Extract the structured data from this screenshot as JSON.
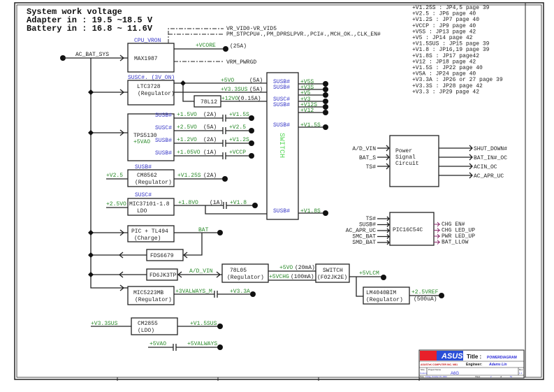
{
  "header": {
    "title": "System work voltage",
    "adapter": "Adapter in : 19.5 ~18.5 V",
    "battery": "Battery in : 16.8 ~ 11.6V"
  },
  "jumper_list": [
    "+V1.25S : JP4,5 page 39",
    "+V2.5 : JP6 page 40",
    "+V1.2S : JP7 page 40",
    "+VCCP : JP9 page 40",
    "+V5S : JP13 page 42",
    "+V5 : JP14 page 42",
    "+V1.5SUS : JP15 page 39",
    "+V1.8 : JP16,19 page 39",
    "+V1.8S : JP17 page42",
    "+V12 : JP18 page 42",
    "+V1.5S : JP22 page 40",
    "+V5A : JP24 page 40",
    "+V3.3A : JP26 or 27 page 39",
    "+V3.3S : JP28 page 42",
    "+V3.3 : JP29 page 42"
  ],
  "nets": {
    "ac_bat_sys": "AC_BAT_SYS",
    "vid": "VR_VID0-VR_VID5",
    "pm": "PM_STPCPU#.,PM_DPRSLPVR.,PCI#.,MCH_OK.,CLK_EN#",
    "vcore": "+VCORE",
    "vcore_i": "(25A)",
    "vrm": "VRM_PWRGD"
  },
  "blocks": {
    "max1987": {
      "name": "MAX1987",
      "enable": "CPU_VRON"
    },
    "ltc3728": {
      "name": "LTC3728",
      "sub": "(Regulator)",
      "enable": "SUSC#. (3V_ON)"
    },
    "l78l12": {
      "name": "78L12"
    },
    "tps51": {
      "name": "TPS5130",
      "sub": "+5VAO"
    },
    "cm8562": {
      "name": "CM8562",
      "sub": "(Regulator)",
      "enable": "SUSB#",
      "in": "+V2.5"
    },
    "mic37101": {
      "name": "MIC37101-1.8",
      "sub": "LDO",
      "enable": "SUSC#",
      "in": "+2.5VO"
    },
    "pic_tl494": {
      "name": "PIC + TL494",
      "sub": "(Charge)"
    },
    "fds6679": {
      "name": "FDS6679"
    },
    "fd6jk3tp": {
      "name": "FD6JK3TP"
    },
    "l78l05": {
      "name": "78L05",
      "sub": "(Regulator)"
    },
    "switch_f02": {
      "name": "SWITCH",
      "sub": "(F02JK2E)"
    },
    "lm4040": {
      "name": "LM4040BIM",
      "sub": "(Regulator)"
    },
    "mic5223": {
      "name": "MIC5223MB",
      "sub": "(Regulator)"
    },
    "cm2855": {
      "name": "CM2855",
      "sub": "(LDO)"
    },
    "switch": {
      "name": "SWITCH"
    },
    "psc": {
      "l1": "Power",
      "l2": "Signal",
      "l3": "Circuit"
    },
    "pic16": {
      "name": "PIC16C54C"
    }
  },
  "rails": {
    "v5vo": "+5VO",
    "v5vo_i": "(5A)",
    "v33sus": "+V3.3SUS",
    "v33sus_i": "(5A)",
    "v12vo": "+12VO",
    "v12vo_i": "(0.15A)",
    "t1": {
      "en": "SUSB#",
      "out": "+1.5VO",
      "i": "(2A)",
      "rail": "+V1.5S"
    },
    "t2": {
      "en": "SUSC#",
      "out": "+2.5VO",
      "i": "(5A)",
      "rail": "+V2.5"
    },
    "t3": {
      "en": "SUSB#",
      "out": "+1.2VO",
      "i": "(2A)",
      "rail": "+V1.2S"
    },
    "t4": {
      "en": "SUSB#",
      "out": "+1.05VO",
      "i": "(1A)",
      "rail": "+VCCP"
    },
    "cm_out": "+V1.25S",
    "cm_i": "(2A)",
    "mic_out": "+1.8VO",
    "mic_i": "(1A)",
    "mic_rail": "+V1.8",
    "bat": "BAT",
    "ad_vin": "A/D_VIN",
    "l05_5vo": "+5VO",
    "l05_5vo_i": "(20mA)",
    "l05_5vchg": "+5VCHG",
    "l05_5vchg_i": "(100mA)",
    "vlcm": "+5VLCM",
    "vref": "+2.5VREF",
    "vref_i": "(500uA)",
    "valways_m": "+3VALWAYS_M",
    "v33a": "+V3.3A",
    "cm2855_in": "+V3.3SUS",
    "cm2855_out": "+V1.5SUS",
    "v5vao": "+5VAO",
    "v5valways": "+5VALWAYS"
  },
  "switch_rows": [
    {
      "en": "SUSB#",
      "out": "+V5S"
    },
    {
      "en": "SUSB#",
      "out": "+V3S"
    },
    {
      "en": "",
      "out": "+V5"
    },
    {
      "en": "SUSC#",
      "out": "+V3"
    },
    {
      "en": "SUSB#",
      "out": "+V12S"
    },
    {
      "en": "",
      "out": "+V12"
    },
    {
      "en": "SUSB#",
      "out": "+V1.5S"
    },
    {
      "en": "SUSB#",
      "out": "+V1.8S"
    }
  ],
  "psc_inputs": [
    "A/D_VIN",
    "BAT_S",
    "TS#"
  ],
  "psc_outputs": [
    "SHUT_DOWN#",
    "BAT_IN#_OC",
    "ACIN_OC",
    "AC_APR_UC"
  ],
  "pic_inputs": [
    "TS#",
    "SUSB#",
    "AC_APR_UC",
    "SMC_BAT",
    "SMD_BAT"
  ],
  "pic_outputs": [
    "CHG EN#",
    "CHG LED_UP",
    "PWR LED_UP",
    "BAT_LLOW"
  ],
  "title_block": {
    "logo": "ASUS",
    "title_label": "Title :",
    "title": "POWERDIAGRAM",
    "company": "ASUSTeK COMPUTER INC. NB1",
    "engineer_label": "Engineer:",
    "engineer": "Adams Lin",
    "size_label": "Size",
    "size": "Custom",
    "project_label": "Project Name",
    "project": "A6G",
    "rev_label": "Rev",
    "rev": "1.1",
    "date_label": "Date:",
    "date": "Friday, October 15, 2004",
    "sheet_label": "Sheet",
    "sheet": "2",
    "of_label": "of",
    "of": "51"
  },
  "colors": {
    "net_green": "#2a8a2a",
    "enable_blue": "#3a3ac8",
    "switch_green": "#5ad85a"
  }
}
